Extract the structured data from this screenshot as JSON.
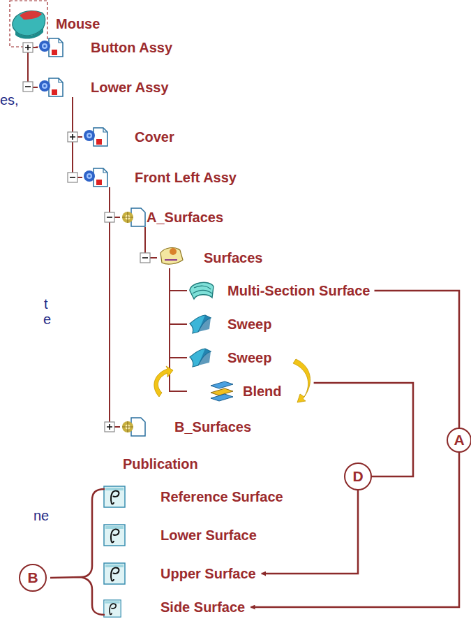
{
  "diagram": {
    "nodes": [
      {
        "text": [
          "Mouse"
        ]
      },
      {
        "text": [
          "Button Assy"
        ]
      },
      {
        "text": [
          "Lower Assy"
        ]
      },
      {
        "text": [
          "Cover"
        ]
      },
      {
        "text": [
          "Front Left Assy"
        ]
      },
      {
        "text": [
          "A_Surfaces"
        ]
      },
      {
        "text": [
          "Surfaces"
        ]
      },
      {
        "text": [
          "Multi-Section Surface"
        ]
      },
      {
        "text": [
          "Sweep"
        ]
      },
      {
        "text": [
          "Sweep"
        ]
      },
      {
        "text": [
          "Blend"
        ]
      },
      {
        "text": [
          "B_Surfaces"
        ]
      },
      {
        "text": [
          "Publication"
        ]
      },
      {
        "text": [
          "Reference Surface"
        ]
      },
      {
        "text": [
          "Lower Surface"
        ]
      },
      {
        "text": [
          "Upper Surface"
        ]
      },
      {
        "text": [
          "Side Surface"
        ]
      },
      {
        "text": [
          "A"
        ]
      },
      {
        "text": [
          "B"
        ]
      },
      {
        "text": [
          "D"
        ]
      }
    ],
    "edges": [
      {
        "from": 0,
        "to": 1,
        "arrow": "none"
      },
      {
        "from": 0,
        "to": 2,
        "arrow": "none"
      },
      {
        "from": 2,
        "to": 3,
        "arrow": "none"
      },
      {
        "from": 2,
        "to": 4,
        "arrow": "none"
      },
      {
        "from": 4,
        "to": 5,
        "arrow": "none"
      },
      {
        "from": 4,
        "to": 11,
        "arrow": "none"
      },
      {
        "from": 5,
        "to": 6,
        "arrow": "none"
      },
      {
        "from": 6,
        "to": 7,
        "arrow": "none"
      },
      {
        "from": 6,
        "to": 8,
        "arrow": "none"
      },
      {
        "from": 6,
        "to": 9,
        "arrow": "none"
      },
      {
        "from": 6,
        "to": 10,
        "arrow": "none"
      },
      {
        "from": 7,
        "to": 16,
        "arrow": "to"
      },
      {
        "from": 10,
        "to": 15,
        "arrow": "to"
      }
    ],
    "labels": [
      "es,",
      "t",
      "e",
      "ne"
    ]
  }
}
